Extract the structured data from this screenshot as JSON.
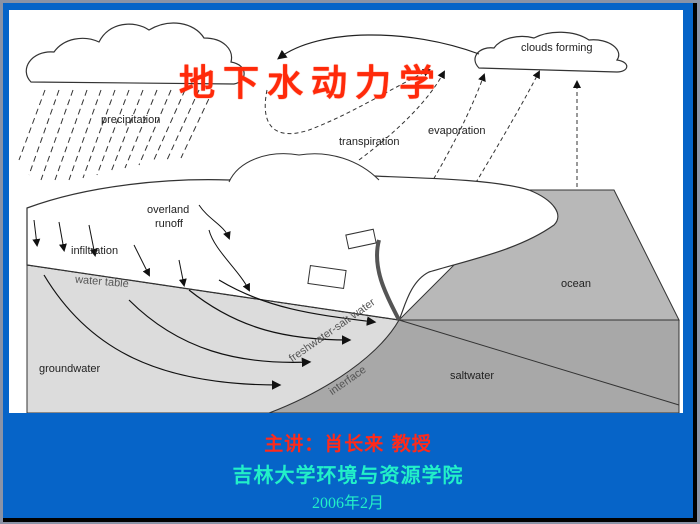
{
  "slide": {
    "title": "地下水动力学",
    "lecturer": "主讲：肖长来  教授",
    "institute": "吉林大学环境与资源学院",
    "date": "2006年2月",
    "colors": {
      "background": "#0664c8",
      "title": "#ff2a0a",
      "lecturer": "#ff2a1a",
      "institute": "#22f0c8",
      "groundwater_fill": "#dcdcdc",
      "ocean_fill": "#b8b8b8",
      "saltwater_fill": "#a8a8a8"
    }
  },
  "diagram": {
    "labels": {
      "clouds_forming": "clouds forming",
      "precipitation": "precipitation",
      "transpiration": "transpiration",
      "evaporation": "evaporation",
      "overland_runoff_1": "overland",
      "overland_runoff_2": "runoff",
      "infiltration": "infiltration",
      "water_table": "water table",
      "groundwater": "groundwater",
      "freshwater_salt_water": "freshwater-salt water",
      "interface": "interface",
      "ocean": "ocean",
      "saltwater": "saltwater"
    }
  }
}
